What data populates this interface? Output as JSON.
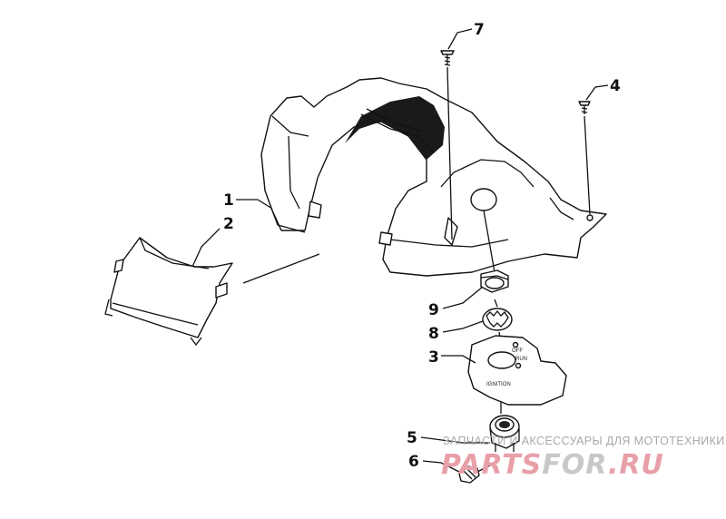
{
  "callouts": [
    {
      "number": "1"
    },
    {
      "number": "2"
    },
    {
      "number": "3"
    },
    {
      "number": "4"
    },
    {
      "number": "5"
    },
    {
      "number": "6"
    },
    {
      "number": "7"
    },
    {
      "number": "8"
    },
    {
      "number": "9"
    }
  ],
  "switch_plate": {
    "off_label": "OFF",
    "run_label": "RUN",
    "ignition_label": "IGNITION"
  },
  "watermark": {
    "tagline": "ЗАПЧАСТИ И АКСЕССУАРЫ ДЛЯ МОТОТЕХНИКИ",
    "logo_part1": "PARTS",
    "logo_part2": "FOR",
    "logo_part3": ".RU",
    "logo_color_main": "#e8a0a8",
    "logo_color_accent": "#c8c8c8"
  }
}
